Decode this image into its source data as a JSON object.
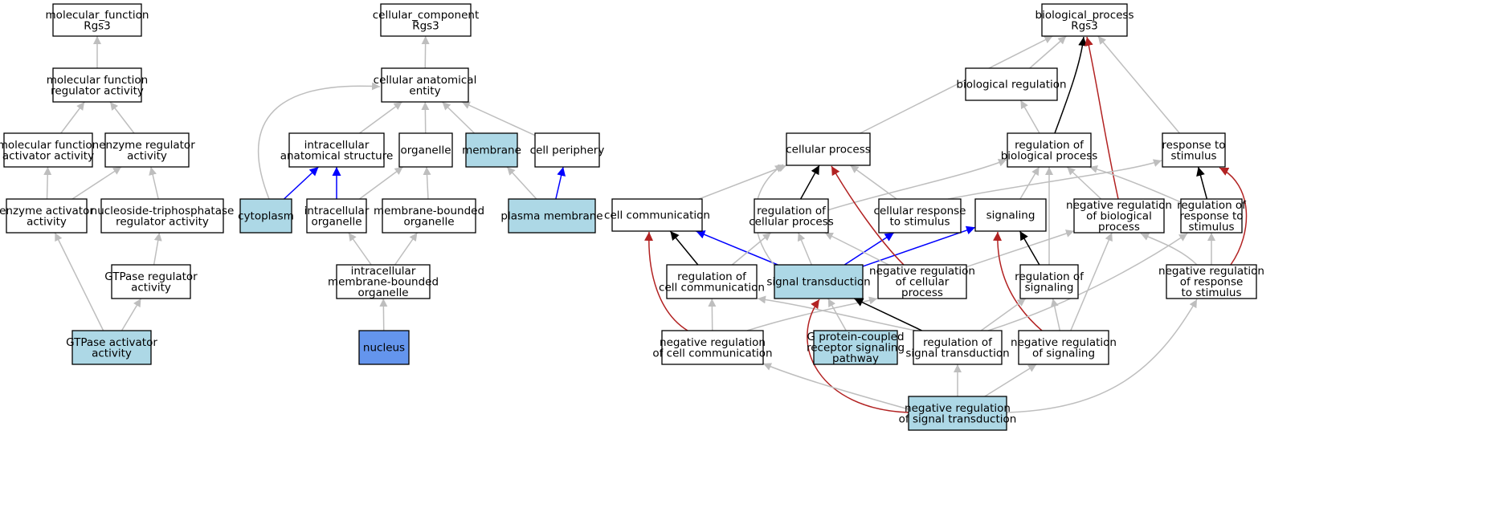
{
  "colors": {
    "node_fill": "#ffffff",
    "highlight_fill": "#add8e6",
    "focus_fill": "#6495ed",
    "edge_gray": "#bebebe",
    "edge_black": "#000000",
    "edge_blue": "#0000ff",
    "edge_red": "#b22222"
  },
  "nodes": [
    {
      "id": "mf_root",
      "label": "molecular_function\nRgs3",
      "style": "plain"
    },
    {
      "id": "mf_reg",
      "label": "molecular function\nregulator activity",
      "style": "plain"
    },
    {
      "id": "mf_act",
      "label": "molecular function\nactivator activity",
      "style": "plain"
    },
    {
      "id": "enz_reg",
      "label": "enzyme regulator\nactivity",
      "style": "plain"
    },
    {
      "id": "enz_act",
      "label": "enzyme activator\nactivity",
      "style": "plain"
    },
    {
      "id": "ntp_reg",
      "label": "nucleoside-triphosphatase\nregulator activity",
      "style": "plain"
    },
    {
      "id": "gtp_reg",
      "label": "GTPase regulator\nactivity",
      "style": "plain"
    },
    {
      "id": "gtp_act",
      "label": "GTPase activator\nactivity",
      "style": "highlight"
    },
    {
      "id": "cc_root",
      "label": "cellular_component\nRgs3",
      "style": "plain"
    },
    {
      "id": "cae",
      "label": "cellular anatomical\nentity",
      "style": "plain"
    },
    {
      "id": "ias",
      "label": "intracellular\nanatomical structure",
      "style": "plain"
    },
    {
      "id": "organelle",
      "label": "organelle",
      "style": "plain"
    },
    {
      "id": "membrane",
      "label": "membrane",
      "style": "highlight"
    },
    {
      "id": "periphery",
      "label": "cell periphery",
      "style": "plain"
    },
    {
      "id": "cytoplasm",
      "label": "cytoplasm",
      "style": "highlight"
    },
    {
      "id": "io",
      "label": "intracellular\norganelle",
      "style": "plain"
    },
    {
      "id": "mbo",
      "label": "membrane-bounded\norganelle",
      "style": "plain"
    },
    {
      "id": "pm",
      "label": "plasma membrane",
      "style": "highlight"
    },
    {
      "id": "imbo",
      "label": "intracellular\nmembrane-bounded\norganelle",
      "style": "plain"
    },
    {
      "id": "nucleus",
      "label": "nucleus",
      "style": "focus"
    },
    {
      "id": "bp_root",
      "label": "biological_process\nRgs3",
      "style": "plain"
    },
    {
      "id": "bioreg",
      "label": "biological regulation",
      "style": "plain"
    },
    {
      "id": "cellproc",
      "label": "cellular process",
      "style": "plain"
    },
    {
      "id": "regbp",
      "label": "regulation of\nbiological process",
      "style": "plain"
    },
    {
      "id": "resp",
      "label": "response to\nstimulus",
      "style": "plain"
    },
    {
      "id": "cellcomm",
      "label": "cell communication",
      "style": "plain"
    },
    {
      "id": "regcp",
      "label": "regulation of\ncellular process",
      "style": "plain"
    },
    {
      "id": "crs",
      "label": "cellular response\nto stimulus",
      "style": "plain"
    },
    {
      "id": "signaling",
      "label": "signaling",
      "style": "plain"
    },
    {
      "id": "negregbp",
      "label": "negative regulation\nof biological\nprocess",
      "style": "plain"
    },
    {
      "id": "regresp",
      "label": "regulation of\nresponse to\nstimulus",
      "style": "plain"
    },
    {
      "id": "regcc",
      "label": "regulation of\ncell communication",
      "style": "plain"
    },
    {
      "id": "st",
      "label": "signal transduction",
      "style": "highlight"
    },
    {
      "id": "negregcp",
      "label": "negative regulation\nof cellular\nprocess",
      "style": "plain"
    },
    {
      "id": "regsig",
      "label": "regulation of\nsignaling",
      "style": "plain"
    },
    {
      "id": "negregresp",
      "label": "negative regulation\nof response\nto stimulus",
      "style": "plain"
    },
    {
      "id": "negregcc",
      "label": "negative regulation\nof cell communication",
      "style": "plain"
    },
    {
      "id": "gpcr",
      "label": "G protein-coupled\nreceptor signaling\npathway",
      "style": "highlight"
    },
    {
      "id": "regst",
      "label": "regulation of\nsignal transduction",
      "style": "plain"
    },
    {
      "id": "negregsig",
      "label": "negative regulation\nof signaling",
      "style": "plain"
    },
    {
      "id": "negregst",
      "label": "negative regulation\nof signal transduction",
      "style": "highlight"
    }
  ],
  "edges": [
    {
      "from": "mf_reg",
      "to": "mf_root",
      "kind": "is_a"
    },
    {
      "from": "mf_act",
      "to": "mf_reg",
      "kind": "is_a"
    },
    {
      "from": "enz_reg",
      "to": "mf_reg",
      "kind": "is_a"
    },
    {
      "from": "enz_act",
      "to": "mf_act",
      "kind": "is_a"
    },
    {
      "from": "enz_act",
      "to": "enz_reg",
      "kind": "is_a"
    },
    {
      "from": "ntp_reg",
      "to": "enz_reg",
      "kind": "is_a"
    },
    {
      "from": "gtp_reg",
      "to": "ntp_reg",
      "kind": "is_a"
    },
    {
      "from": "gtp_act",
      "to": "enz_act",
      "kind": "is_a"
    },
    {
      "from": "gtp_act",
      "to": "gtp_reg",
      "kind": "is_a"
    },
    {
      "from": "cae",
      "to": "cc_root",
      "kind": "is_a"
    },
    {
      "from": "ias",
      "to": "cae",
      "kind": "is_a"
    },
    {
      "from": "organelle",
      "to": "cae",
      "kind": "is_a"
    },
    {
      "from": "membrane",
      "to": "cae",
      "kind": "is_a"
    },
    {
      "from": "periphery",
      "to": "cae",
      "kind": "is_a"
    },
    {
      "from": "cytoplasm",
      "to": "cae",
      "kind": "is_a"
    },
    {
      "from": "cytoplasm",
      "to": "ias",
      "kind": "part_of"
    },
    {
      "from": "io",
      "to": "ias",
      "kind": "part_of"
    },
    {
      "from": "io",
      "to": "organelle",
      "kind": "is_a"
    },
    {
      "from": "mbo",
      "to": "organelle",
      "kind": "is_a"
    },
    {
      "from": "pm",
      "to": "membrane",
      "kind": "is_a"
    },
    {
      "from": "pm",
      "to": "periphery",
      "kind": "part_of"
    },
    {
      "from": "imbo",
      "to": "io",
      "kind": "is_a"
    },
    {
      "from": "imbo",
      "to": "mbo",
      "kind": "is_a"
    },
    {
      "from": "nucleus",
      "to": "imbo",
      "kind": "is_a"
    },
    {
      "from": "bioreg",
      "to": "bp_root",
      "kind": "is_a"
    },
    {
      "from": "cellproc",
      "to": "bp_root",
      "kind": "is_a"
    },
    {
      "from": "resp",
      "to": "bp_root",
      "kind": "is_a"
    },
    {
      "from": "regbp",
      "to": "bioreg",
      "kind": "is_a"
    },
    {
      "from": "regbp",
      "to": "bp_root",
      "kind": "regulates"
    },
    {
      "from": "negregbp",
      "to": "bp_root",
      "kind": "negatively_regulates"
    },
    {
      "from": "cellcomm",
      "to": "cellproc",
      "kind": "is_a"
    },
    {
      "from": "regcp",
      "to": "cellproc",
      "kind": "regulates"
    },
    {
      "from": "regcp",
      "to": "regbp",
      "kind": "is_a"
    },
    {
      "from": "crs",
      "to": "cellproc",
      "kind": "is_a"
    },
    {
      "from": "crs",
      "to": "resp",
      "kind": "is_a"
    },
    {
      "from": "signaling",
      "to": "regbp",
      "kind": "is_a"
    },
    {
      "from": "negregbp",
      "to": "regbp",
      "kind": "is_a"
    },
    {
      "from": "regresp",
      "to": "regbp",
      "kind": "is_a"
    },
    {
      "from": "regresp",
      "to": "resp",
      "kind": "regulates"
    },
    {
      "from": "negregresp",
      "to": "resp",
      "kind": "negatively_regulates"
    },
    {
      "from": "negregresp",
      "to": "regresp",
      "kind": "is_a"
    },
    {
      "from": "negregresp",
      "to": "negregbp",
      "kind": "is_a"
    },
    {
      "from": "st",
      "to": "cellcomm",
      "kind": "part_of"
    },
    {
      "from": "st",
      "to": "cellproc",
      "kind": "is_a"
    },
    {
      "from": "st",
      "to": "regcp",
      "kind": "is_a"
    },
    {
      "from": "st",
      "to": "crs",
      "kind": "part_of"
    },
    {
      "from": "st",
      "to": "signaling",
      "kind": "part_of"
    },
    {
      "from": "regcc",
      "to": "cellcomm",
      "kind": "regulates"
    },
    {
      "from": "regcc",
      "to": "regcp",
      "kind": "is_a"
    },
    {
      "from": "negregcp",
      "to": "cellproc",
      "kind": "negatively_regulates"
    },
    {
      "from": "negregcp",
      "to": "regcp",
      "kind": "is_a"
    },
    {
      "from": "negregcp",
      "to": "negregbp",
      "kind": "is_a"
    },
    {
      "from": "regsig",
      "to": "signaling",
      "kind": "regulates"
    },
    {
      "from": "regsig",
      "to": "regbp",
      "kind": "is_a"
    },
    {
      "from": "negregsig",
      "to": "signaling",
      "kind": "negatively_regulates"
    },
    {
      "from": "negregsig",
      "to": "regsig",
      "kind": "is_a"
    },
    {
      "from": "negregsig",
      "to": "negregbp",
      "kind": "is_a"
    },
    {
      "from": "negregcc",
      "to": "cellcomm",
      "kind": "negatively_regulates"
    },
    {
      "from": "negregcc",
      "to": "regcc",
      "kind": "is_a"
    },
    {
      "from": "negregcc",
      "to": "negregcp",
      "kind": "is_a"
    },
    {
      "from": "gpcr",
      "to": "st",
      "kind": "is_a"
    },
    {
      "from": "regst",
      "to": "st",
      "kind": "regulates"
    },
    {
      "from": "regst",
      "to": "regcc",
      "kind": "is_a"
    },
    {
      "from": "regst",
      "to": "regsig",
      "kind": "is_a"
    },
    {
      "from": "regst",
      "to": "regresp",
      "kind": "is_a"
    },
    {
      "from": "negregst",
      "to": "st",
      "kind": "negatively_regulates"
    },
    {
      "from": "negregst",
      "to": "regst",
      "kind": "is_a"
    },
    {
      "from": "negregst",
      "to": "negregsig",
      "kind": "is_a"
    },
    {
      "from": "negregst",
      "to": "negregcc",
      "kind": "is_a"
    },
    {
      "from": "negregst",
      "to": "negregresp",
      "kind": "is_a"
    }
  ]
}
